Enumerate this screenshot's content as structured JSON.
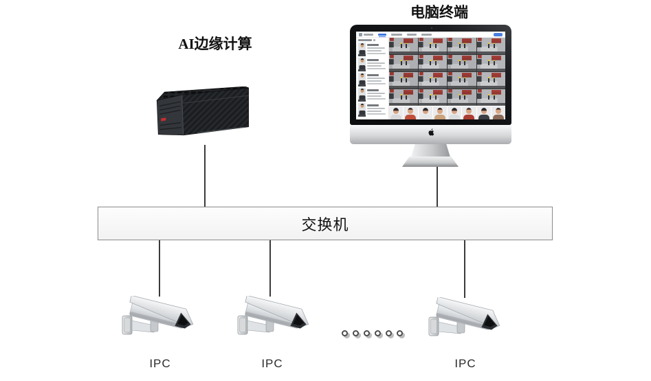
{
  "labels": {
    "pc_terminal": "电脑终端",
    "ai_edge": "AI边缘计算",
    "switch": "交换机",
    "ipc": [
      "IPC",
      "IPC",
      "IPC"
    ]
  },
  "screen_app": {
    "toolbar_item_count": 6,
    "sidebar_entry_count": 5,
    "video_grid_rows": 4,
    "video_grid_cols": 4,
    "video_cell_count": 16,
    "face_thumbnail_count": 8,
    "accent_blue": "#4a7fe0"
  },
  "ellipsis": {
    "dot_count": 6
  },
  "colors": {
    "connector_line": "#3a3a3a",
    "switch_fill": "#f7f7f7",
    "switch_border": "#8a8a8a",
    "device_led_red": "#c72f2f",
    "video_red_car": "#a8403a"
  }
}
